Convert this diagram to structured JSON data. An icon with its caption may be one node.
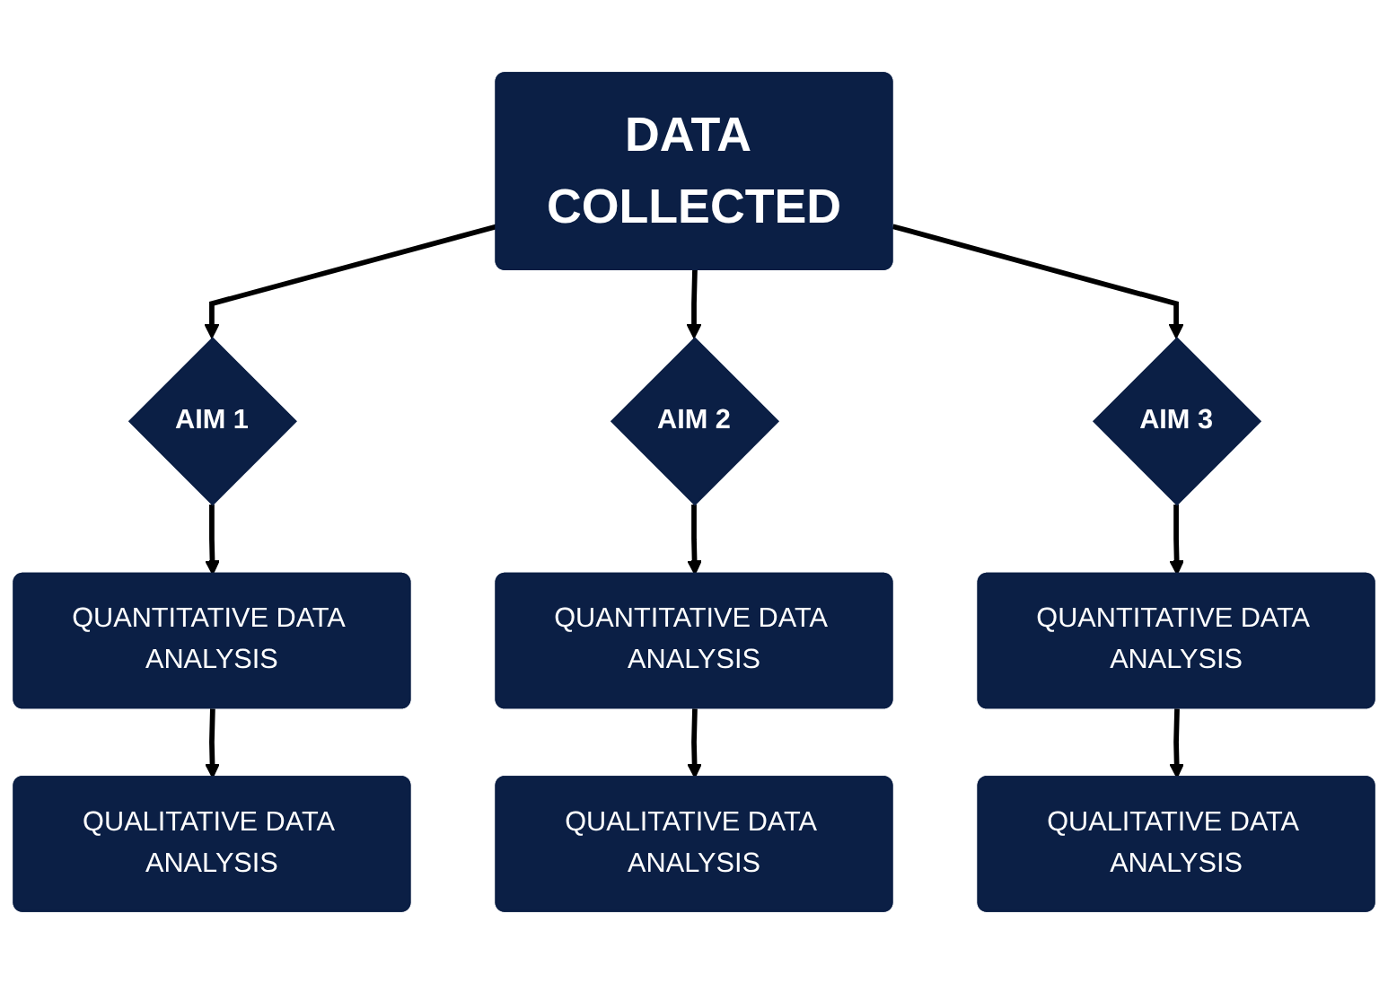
{
  "diagram": {
    "nodes": [
      {
        "text": [
          "DATA COLLECTED"
        ]
      },
      {
        "text": [
          "AIM 1"
        ]
      },
      {
        "text": [
          "AIM 2"
        ]
      },
      {
        "text": [
          "AIM 3"
        ]
      },
      {
        "text": [
          "QUANTITATIVE DATA ANALYSIS"
        ]
      },
      {
        "text": [
          "QUANTITATIVE DATA ANALYSIS"
        ]
      },
      {
        "text": [
          "QUANTITATIVE DATA ANALYSIS"
        ]
      },
      {
        "text": [
          "QUALITATIVE DATA ANALYSIS"
        ]
      },
      {
        "text": [
          "QUALITATIVE DATA ANALYSIS"
        ]
      },
      {
        "text": [
          "QUALITATIVE DATA ANALYSIS"
        ]
      }
    ],
    "edges": [
      {
        "from": 0,
        "to": 1,
        "arrow": "to"
      },
      {
        "from": 0,
        "to": 2,
        "arrow": "to"
      },
      {
        "from": 0,
        "to": 3,
        "arrow": "to"
      },
      {
        "from": 1,
        "to": 4,
        "arrow": "to"
      },
      {
        "from": 2,
        "to": 5,
        "arrow": "to"
      },
      {
        "from": 3,
        "to": 6,
        "arrow": "to"
      },
      {
        "from": 4,
        "to": 7,
        "arrow": "to"
      },
      {
        "from": 5,
        "to": 8,
        "arrow": "to"
      },
      {
        "from": 6,
        "to": 9,
        "arrow": "to"
      }
    ]
  }
}
